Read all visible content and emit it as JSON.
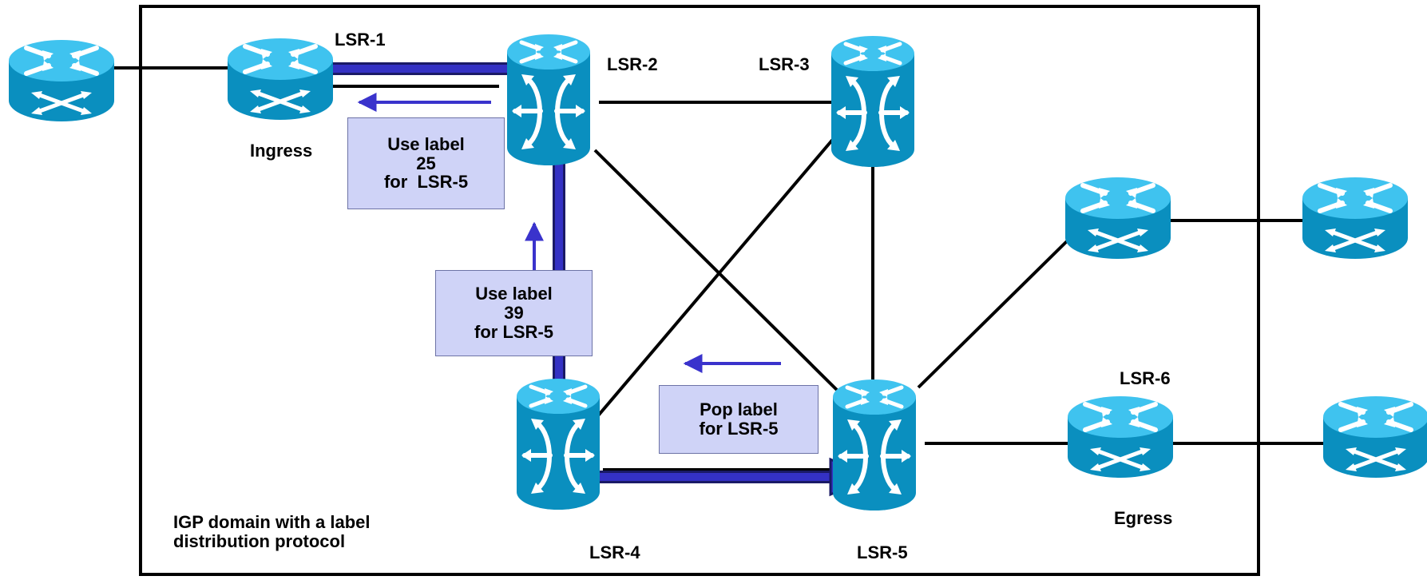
{
  "labels": {
    "lsr1": "LSR-1",
    "lsr2": "LSR-2",
    "lsr3": "LSR-3",
    "lsr4": "LSR-4",
    "lsr5": "LSR-5",
    "lsr6": "LSR-6",
    "ingress": "Ingress",
    "egress": "Egress",
    "domain_line1": "IGP domain with a label",
    "domain_line2": "distribution protocol"
  },
  "callouts": {
    "lsr2_msg": {
      "line1": "Use label",
      "line2": "25",
      "line3": "for  LSR-5"
    },
    "lsr4_msg": {
      "line1": "Use label",
      "line2": "39",
      "line3": "for LSR-5"
    },
    "lsr5_msg": {
      "line1": "Pop label",
      "line2": "for LSR-5"
    }
  },
  "colors": {
    "router_body": "#0a8fbf",
    "router_top": "#3fc3ef",
    "lsp_path": "#3431c4",
    "advert_arrow": "#3a33cc",
    "callout_fill": "#cfd3f7",
    "link": "#000000"
  },
  "icons": {
    "edge_router": "router-icon",
    "label_switch": "label-switch-router-icon"
  }
}
